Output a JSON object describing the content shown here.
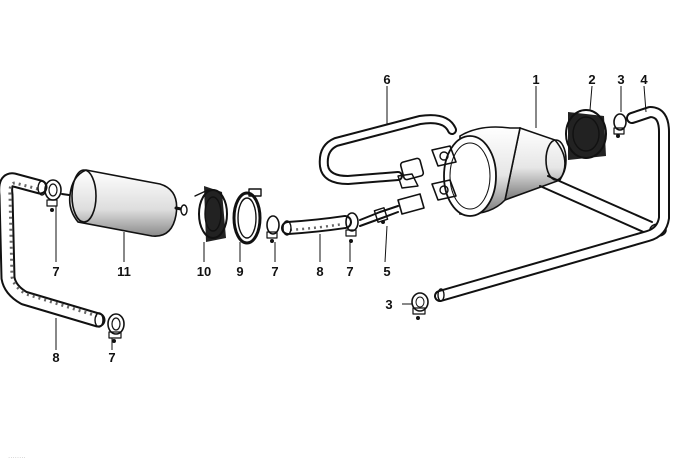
{
  "colors": {
    "ink": "#111111",
    "paper": "#ffffff",
    "shade": "#555555",
    "hose_dark": "#222222"
  },
  "callouts": {
    "p1": "1",
    "p2": "2",
    "p3a": "3",
    "p3b": "3",
    "p4": "4",
    "p5": "5",
    "p6": "6",
    "p7a": "7",
    "p7b": "7",
    "p7c": "7",
    "p7d": "7",
    "p8a": "8",
    "p8b": "8",
    "p9": "9",
    "p10": "10",
    "p11": "11"
  },
  "watermark": "........"
}
